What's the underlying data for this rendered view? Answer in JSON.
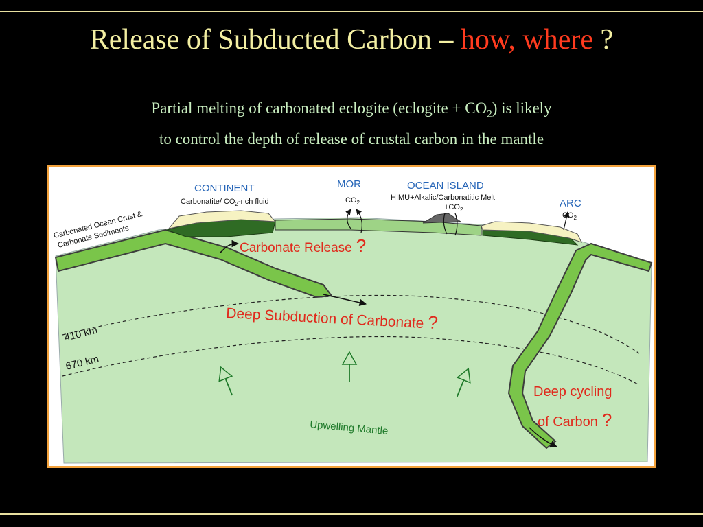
{
  "slide": {
    "title_main": "Release of Subducted Carbon –",
    "title_accent": "how, where",
    "title_end": "?",
    "subtitle_line1_pre": "Partial melting of carbonated eclogite (eclogite + CO",
    "subtitle_line1_sub": "2",
    "subtitle_line1_post": ") is likely",
    "subtitle_line2": "to control the depth of release of crustal carbon in the mantle"
  },
  "diagram": {
    "continent": "CONTINENT",
    "continent_note_pre": "Carbonatite/ CO",
    "continent_note_sub": "2",
    "continent_note_post": "-rich fluid",
    "ocean_crust_1": "Carbonated Ocean Crust &",
    "ocean_crust_2": "Carbonate Sediments",
    "mor": "MOR",
    "mor_co2": "CO",
    "mor_co2_sub": "2",
    "ocean_island": "OCEAN ISLAND",
    "ocean_island_note": "HIMU+Alkalic/Carbonatitic Melt",
    "ocean_island_co2": "+CO",
    "ocean_island_co2_sub": "2",
    "arc": "ARC",
    "arc_co2": "CO",
    "arc_co2_sub": "2",
    "carbonate_release": "Carbonate Release",
    "carbonate_release_q": "?",
    "deep_subduction": "Deep Subduction of Carbonate",
    "deep_subduction_q": "?",
    "depth_410": "410 km",
    "depth_670": "670 km",
    "deep_cycling_1": "Deep cycling",
    "deep_cycling_2": "of Carbon",
    "deep_cycling_q": "?",
    "upwelling": "Upwelling Mantle"
  },
  "colors": {
    "mantle": "#c4e7bb",
    "slab": "#7ac54a",
    "slab_edge": "#3d3d3d",
    "continent_top": "#f6f2c2",
    "continent_root": "#2f6b24",
    "ocean_crust": "#9ed386",
    "label_blue": "#2766b8",
    "label_red": "#e02a1c",
    "label_green": "#1f7a2a",
    "title": "#f3efa2",
    "title_accent": "#ff3b1f",
    "subtitle": "#c9eec0",
    "frame": "#f3a23c"
  }
}
